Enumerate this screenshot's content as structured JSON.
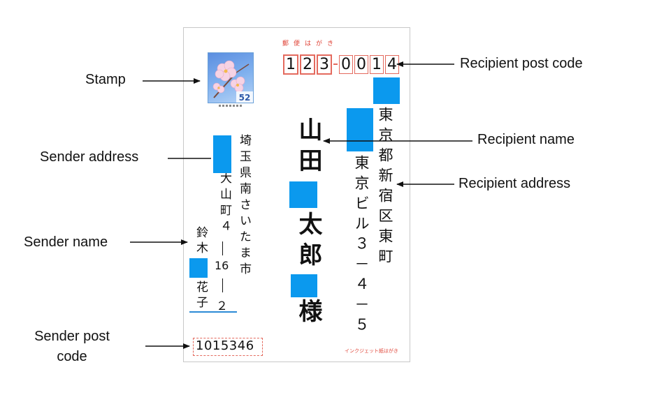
{
  "labels": {
    "stamp": "Stamp",
    "sender_address": "Sender address",
    "sender_name": "Sender name",
    "sender_post_code": "Sender post code",
    "recipient_post_code": "Recipient post code",
    "recipient_name": "Recipient name",
    "recipient_address": "Recipient address"
  },
  "postcard": {
    "title": "郵便はがき",
    "recipient_zip_digits": [
      "1",
      "2",
      "3",
      "0",
      "0",
      "1",
      "4"
    ],
    "recipient_address_line1": "東京都新宿区東町",
    "recipient_address_line2": "東京ビル３－４－５",
    "recipient_name_part1": "山田",
    "recipient_name_part2": "太郎",
    "honorific": "様",
    "sender_address_line1": "埼玉県南さいたま市",
    "sender_address_line2_a": "大山町４",
    "sender_address_line2_b": "16",
    "sender_address_line2_c": "２",
    "sender_name_part1": "鈴木",
    "sender_name_part2": "花子",
    "sender_zip": "1015346",
    "stamp_value": "52",
    "footer_note": "インクジェット紙はがき"
  },
  "colors": {
    "redaction": "#0b99ee",
    "zip_box": "#e46a5e",
    "postcard_red": "#e0463a"
  }
}
